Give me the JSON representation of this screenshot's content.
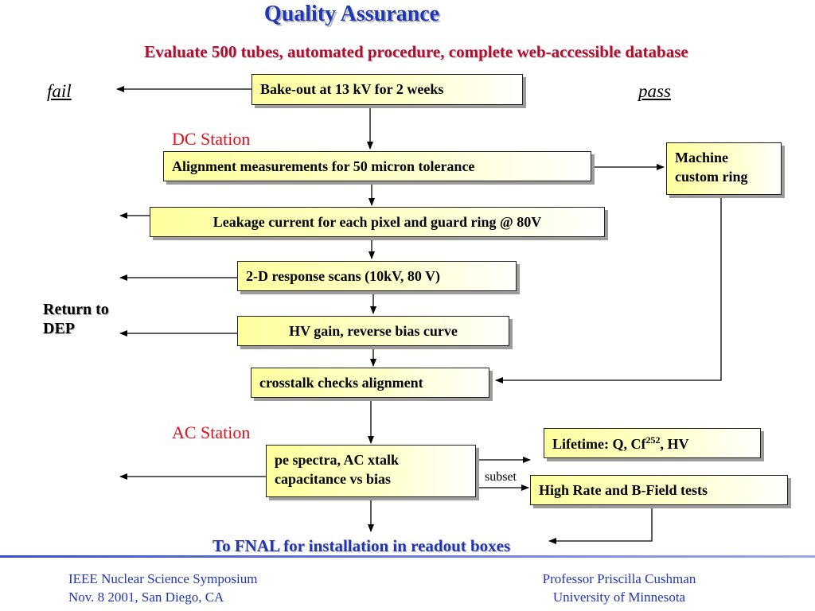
{
  "header": {
    "title": "Quality Assurance",
    "subtitle": "Evaluate 500 tubes, automated procedure, complete web-accessible database"
  },
  "labels": {
    "fail": "fail",
    "pass": "pass",
    "dc_station": "DC Station",
    "ac_station": "AC Station",
    "return_line1": "Return to",
    "return_line2": "DEP",
    "subset": "subset",
    "final_destination": "To FNAL for installation in readout boxes"
  },
  "boxes": {
    "bakeout": "Bake-out at 13 kV for 2 weeks",
    "alignment": "Alignment measurements for 50 micron tolerance",
    "machine_line1": "Machine",
    "machine_line2": "custom ring",
    "leakage": "Leakage current for each pixel and guard ring @ 80V",
    "response_scans": "2-D response scans  (10kV, 80 V)",
    "hv_gain": "HV gain, reverse bias curve",
    "crosstalk": "crosstalk checks alignment",
    "pe_line1": "pe spectra, AC xtalk",
    "pe_line2": "capacitance vs bias",
    "lifetime_prefix": "Lifetime: Q, Cf",
    "lifetime_sup": "252",
    "lifetime_suffix": ", HV",
    "high_rate": "High Rate and B-Field tests"
  },
  "footer": {
    "left_line1": "IEEE Nuclear Science Symposium",
    "left_line2": "Nov. 8 2001, San Diego, CA",
    "right_line1": "Professor Priscilla Cushman",
    "right_line2": "University of Minnesota"
  }
}
